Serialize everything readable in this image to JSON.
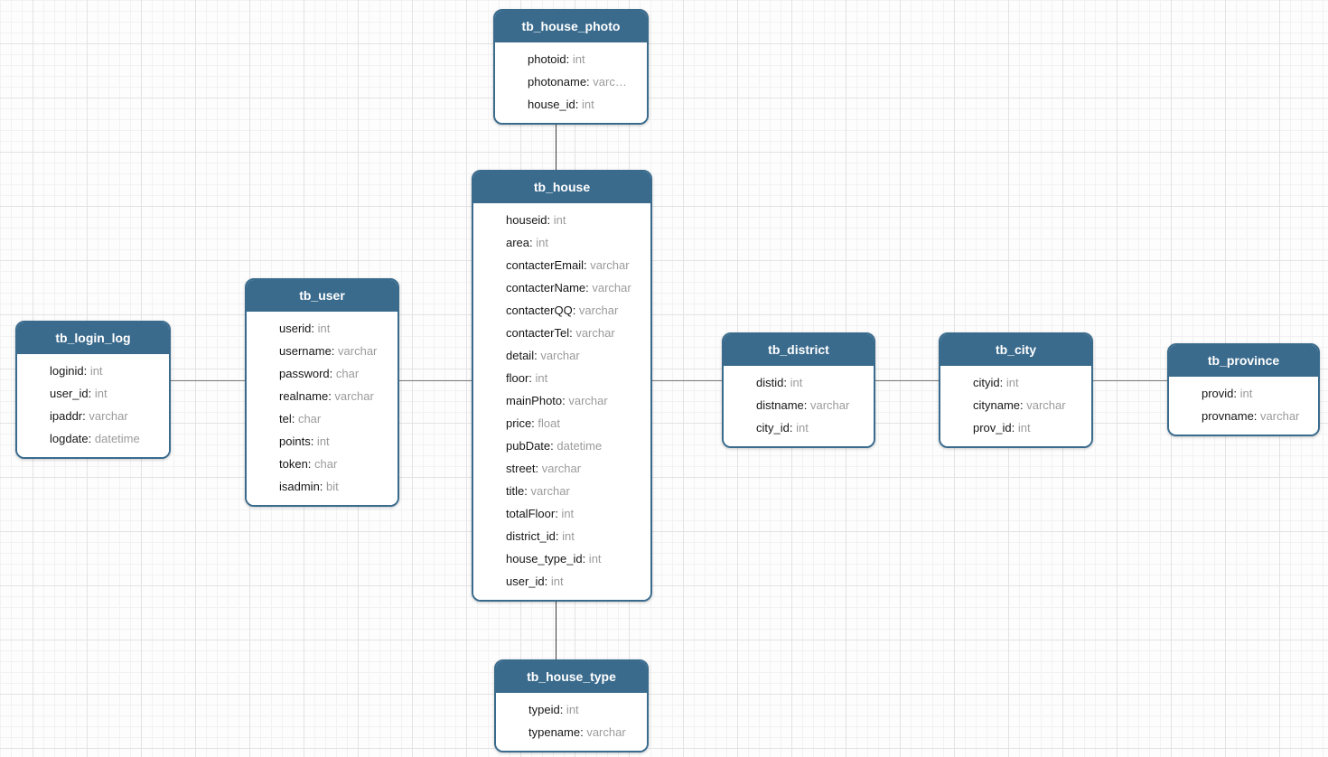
{
  "diagram": {
    "kind": "database-er-diagram",
    "colors": {
      "entity_header": "#3a6b8d",
      "entity_border": "#3a6b8d",
      "field_name_text": "#161616",
      "field_type_text": "#9b9b9b",
      "connector_horizontal": "#7d7d7d",
      "connector_vertical": "#3b3b3b",
      "grid_line_minor": "#f2f2f2",
      "grid_line_major": "#e3e3e3"
    },
    "tables": [
      {
        "title": "tb_house_photo",
        "fields": [
          {
            "name": "photoid",
            "type": "int"
          },
          {
            "name": "photoname",
            "type": "varc…"
          },
          {
            "name": "house_id",
            "type": "int"
          }
        ]
      },
      {
        "title": "tb_house",
        "fields": [
          {
            "name": "houseid",
            "type": "int"
          },
          {
            "name": "area",
            "type": "int"
          },
          {
            "name": "contacterEmail",
            "type": "varchar"
          },
          {
            "name": "contacterName",
            "type": "varchar"
          },
          {
            "name": "contacterQQ",
            "type": "varchar"
          },
          {
            "name": "contacterTel",
            "type": "varchar"
          },
          {
            "name": "detail",
            "type": "varchar"
          },
          {
            "name": "floor",
            "type": "int"
          },
          {
            "name": "mainPhoto",
            "type": "varchar"
          },
          {
            "name": "price",
            "type": "float"
          },
          {
            "name": "pubDate",
            "type": "datetime"
          },
          {
            "name": "street",
            "type": "varchar"
          },
          {
            "name": "title",
            "type": "varchar"
          },
          {
            "name": "totalFloor",
            "type": "int"
          },
          {
            "name": "district_id",
            "type": "int"
          },
          {
            "name": "house_type_id",
            "type": "int"
          },
          {
            "name": "user_id",
            "type": "int"
          }
        ]
      },
      {
        "title": "tb_user",
        "fields": [
          {
            "name": "userid",
            "type": "int"
          },
          {
            "name": "username",
            "type": "varchar"
          },
          {
            "name": "password",
            "type": "char"
          },
          {
            "name": "realname",
            "type": "varchar"
          },
          {
            "name": "tel",
            "type": "char"
          },
          {
            "name": "points",
            "type": "int"
          },
          {
            "name": "token",
            "type": "char"
          },
          {
            "name": "isadmin",
            "type": "bit"
          }
        ]
      },
      {
        "title": "tb_login_log",
        "fields": [
          {
            "name": "loginid",
            "type": "int"
          },
          {
            "name": "user_id",
            "type": "int"
          },
          {
            "name": "ipaddr",
            "type": "varchar"
          },
          {
            "name": "logdate",
            "type": "datetime"
          }
        ]
      },
      {
        "title": "tb_district",
        "fields": [
          {
            "name": "distid",
            "type": "int"
          },
          {
            "name": "distname",
            "type": "varchar"
          },
          {
            "name": "city_id",
            "type": "int"
          }
        ]
      },
      {
        "title": "tb_city",
        "fields": [
          {
            "name": "cityid",
            "type": "int"
          },
          {
            "name": "cityname",
            "type": "varchar"
          },
          {
            "name": "prov_id",
            "type": "int"
          }
        ]
      },
      {
        "title": "tb_province",
        "fields": [
          {
            "name": "provid",
            "type": "int"
          },
          {
            "name": "provname",
            "type": "varchar"
          }
        ]
      },
      {
        "title": "tb_house_type",
        "fields": [
          {
            "name": "typeid",
            "type": "int"
          },
          {
            "name": "typename",
            "type": "varchar"
          }
        ]
      }
    ],
    "relationships": [
      {
        "from": "tb_house_photo",
        "to": "tb_house"
      },
      {
        "from": "tb_login_log",
        "to": "tb_user"
      },
      {
        "from": "tb_user",
        "to": "tb_house"
      },
      {
        "from": "tb_house",
        "to": "tb_district"
      },
      {
        "from": "tb_district",
        "to": "tb_city"
      },
      {
        "from": "tb_city",
        "to": "tb_province"
      },
      {
        "from": "tb_house",
        "to": "tb_house_type"
      }
    ]
  }
}
